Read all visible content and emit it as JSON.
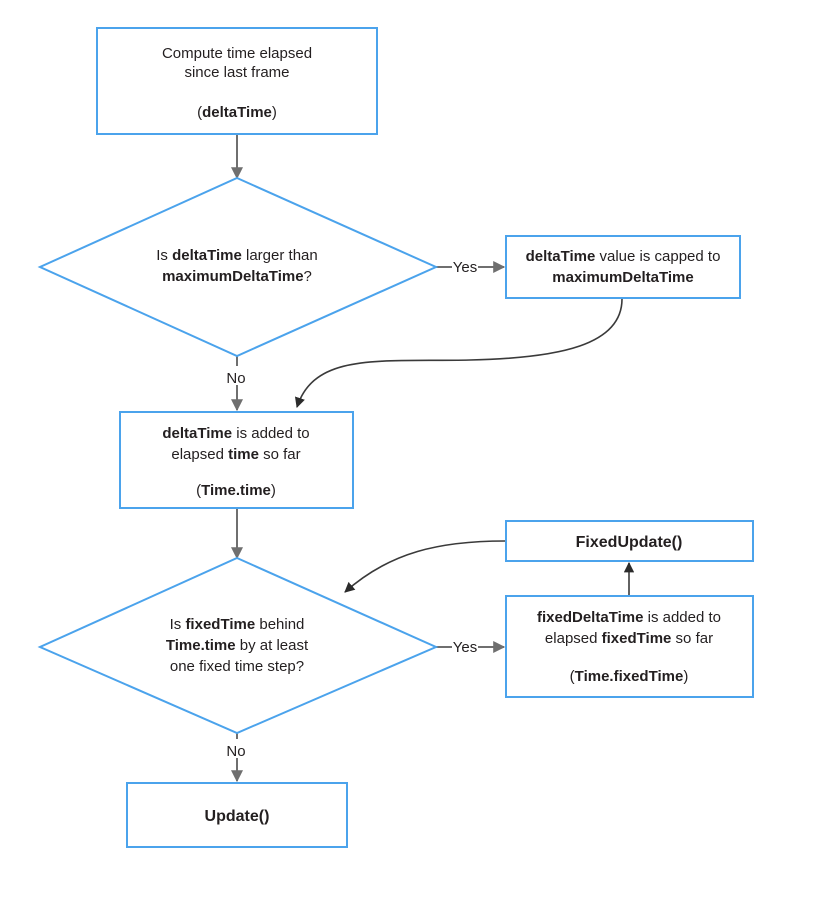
{
  "diagram": {
    "title": "Unity frame time / update loop flowchart",
    "colors": {
      "node_border": "#4ba3ec",
      "node_fill": "#ffffff",
      "connector": "#6f6f6f",
      "curve_connector": "#3a3a3a",
      "text": "#231f20"
    },
    "nodes": [
      {
        "id": "compute-delta-time",
        "type": "process",
        "lines": [
          [
            {
              "t": "Compute time elapsed",
              "bold": false
            }
          ],
          [
            {
              "t": "since last frame",
              "bold": false
            }
          ],
          [],
          [
            {
              "t": "(",
              "bold": false
            },
            {
              "t": "deltaTime",
              "bold": true
            },
            {
              "t": ")",
              "bold": false
            }
          ]
        ]
      },
      {
        "id": "is-delta-larger",
        "type": "decision",
        "lines": [
          [
            {
              "t": "Is ",
              "bold": false
            },
            {
              "t": "deltaTime",
              "bold": true
            },
            {
              "t": " larger than",
              "bold": false
            }
          ],
          [
            {
              "t": "maximumDeltaTime",
              "bold": true
            },
            {
              "t": "?",
              "bold": false
            }
          ]
        ]
      },
      {
        "id": "delta-capped",
        "type": "process",
        "lines": [
          [
            {
              "t": "deltaTime",
              "bold": true
            },
            {
              "t": " value is capped to",
              "bold": false
            }
          ],
          [
            {
              "t": "maximumDeltaTime",
              "bold": true
            }
          ]
        ]
      },
      {
        "id": "delta-added-to-time",
        "type": "process",
        "lines": [
          [
            {
              "t": "deltaTime",
              "bold": true
            },
            {
              "t": " is added to",
              "bold": false
            }
          ],
          [
            {
              "t": "elapsed ",
              "bold": false
            },
            {
              "t": "time",
              "bold": true
            },
            {
              "t": " so far",
              "bold": false
            }
          ],
          [],
          [
            {
              "t": "(",
              "bold": false
            },
            {
              "t": "Time.time",
              "bold": true
            },
            {
              "t": ")",
              "bold": false
            }
          ]
        ]
      },
      {
        "id": "is-fixed-behind",
        "type": "decision",
        "lines": [
          [
            {
              "t": "Is ",
              "bold": false
            },
            {
              "t": "fixedTime",
              "bold": true
            },
            {
              "t": " behind",
              "bold": false
            }
          ],
          [
            {
              "t": "Time.time",
              "bold": true
            },
            {
              "t": " by at least",
              "bold": false
            }
          ],
          [
            {
              "t": "one fixed time step?",
              "bold": false
            }
          ]
        ]
      },
      {
        "id": "fixed-update",
        "type": "process",
        "lines": [
          [
            {
              "t": "FixedUpdate()",
              "bold": true
            }
          ]
        ]
      },
      {
        "id": "fixed-delta-added",
        "type": "process",
        "lines": [
          [
            {
              "t": "fixedDeltaTime",
              "bold": true
            },
            {
              "t": " is added to",
              "bold": false
            }
          ],
          [
            {
              "t": "elapsed ",
              "bold": false
            },
            {
              "t": "fixedTime",
              "bold": true
            },
            {
              "t": " so far",
              "bold": false
            }
          ],
          [],
          [
            {
              "t": "(",
              "bold": false
            },
            {
              "t": "Time.fixedTime",
              "bold": true
            },
            {
              "t": ")",
              "bold": false
            }
          ]
        ]
      },
      {
        "id": "update",
        "type": "process",
        "lines": [
          [
            {
              "t": "Update()",
              "bold": true
            }
          ]
        ]
      }
    ],
    "edge_labels": {
      "yes_top": "Yes",
      "no_top": "No",
      "yes_bottom": "Yes",
      "no_bottom": "No"
    },
    "text": {
      "compute_line1": "Compute time elapsed",
      "compute_line2": "since last frame",
      "compute_line4_open": "(",
      "compute_line4_bold": "deltaTime",
      "compute_line4_close": ")",
      "decision1_l1_a": "Is ",
      "decision1_l1_b": "deltaTime",
      "decision1_l1_c": " larger than",
      "decision1_l2_b": "maximumDeltaTime",
      "decision1_l2_c": "?",
      "capped_l1_b": "deltaTime",
      "capped_l1_c": " value is capped to",
      "capped_l2_b": "maximumDeltaTime",
      "added_l1_b": "deltaTime",
      "added_l1_c": " is added to",
      "added_l2_a": "elapsed ",
      "added_l2_b": "time",
      "added_l2_c": " so far",
      "added_l4_open": "(",
      "added_l4_bold": "Time.time",
      "added_l4_close": ")",
      "decision2_l1_a": "Is ",
      "decision2_l1_b": "fixedTime",
      "decision2_l1_c": " behind",
      "decision2_l2_b": "Time.time",
      "decision2_l2_c": " by at least",
      "decision2_l3": "one fixed time step?",
      "fixed_update_label": "FixedUpdate()",
      "fixedadd_l1_b": "fixedDeltaTime",
      "fixedadd_l1_c": " is added to",
      "fixedadd_l2_a": "elapsed ",
      "fixedadd_l2_b": "fixedTime",
      "fixedadd_l2_c": " so far",
      "fixedadd_l4_open": "(",
      "fixedadd_l4_bold": "Time.fixedTime",
      "fixedadd_l4_close": ")",
      "update_label": "Update()",
      "yes_1": "Yes",
      "no_1": "No",
      "yes_2": "Yes",
      "no_2": "No"
    }
  }
}
